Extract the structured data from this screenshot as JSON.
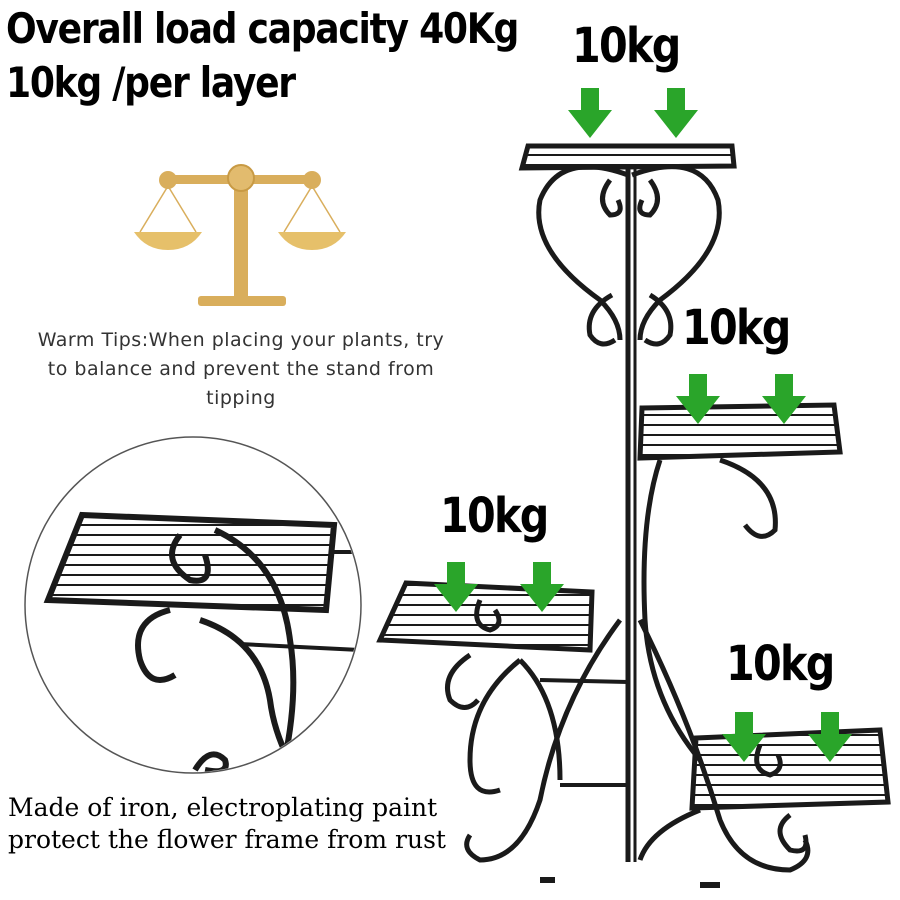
{
  "headline": {
    "line1": "Overall load capacity 40Kg",
    "line2": "10kg /per layer"
  },
  "layers": [
    {
      "label": "10kg"
    },
    {
      "label": "10kg"
    },
    {
      "label": "10kg"
    },
    {
      "label": "10kg"
    }
  ],
  "tips": {
    "text": "Warm Tips:When placing your plants, try to balance and prevent the stand from tipping"
  },
  "material": {
    "line1": "Made of iron, electroplating paint",
    "line2": "protect the flower frame from rust"
  },
  "icons": {
    "scale": "balance-scale-icon",
    "arrow": "down-arrow-icon"
  },
  "colors": {
    "arrow": "#2aa52a",
    "scale_gold": "#d9ae5c",
    "iron": "#1a1a1a"
  }
}
